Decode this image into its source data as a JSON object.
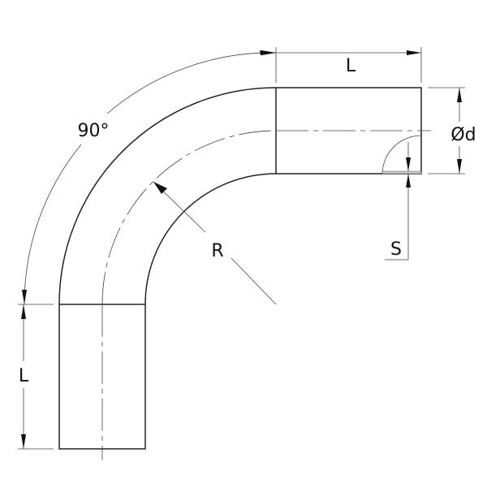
{
  "labels": {
    "length_top": "L",
    "length_left": "L",
    "angle": "90°",
    "radius": "R",
    "diameter": "Ød",
    "wall_thickness": "S"
  }
}
